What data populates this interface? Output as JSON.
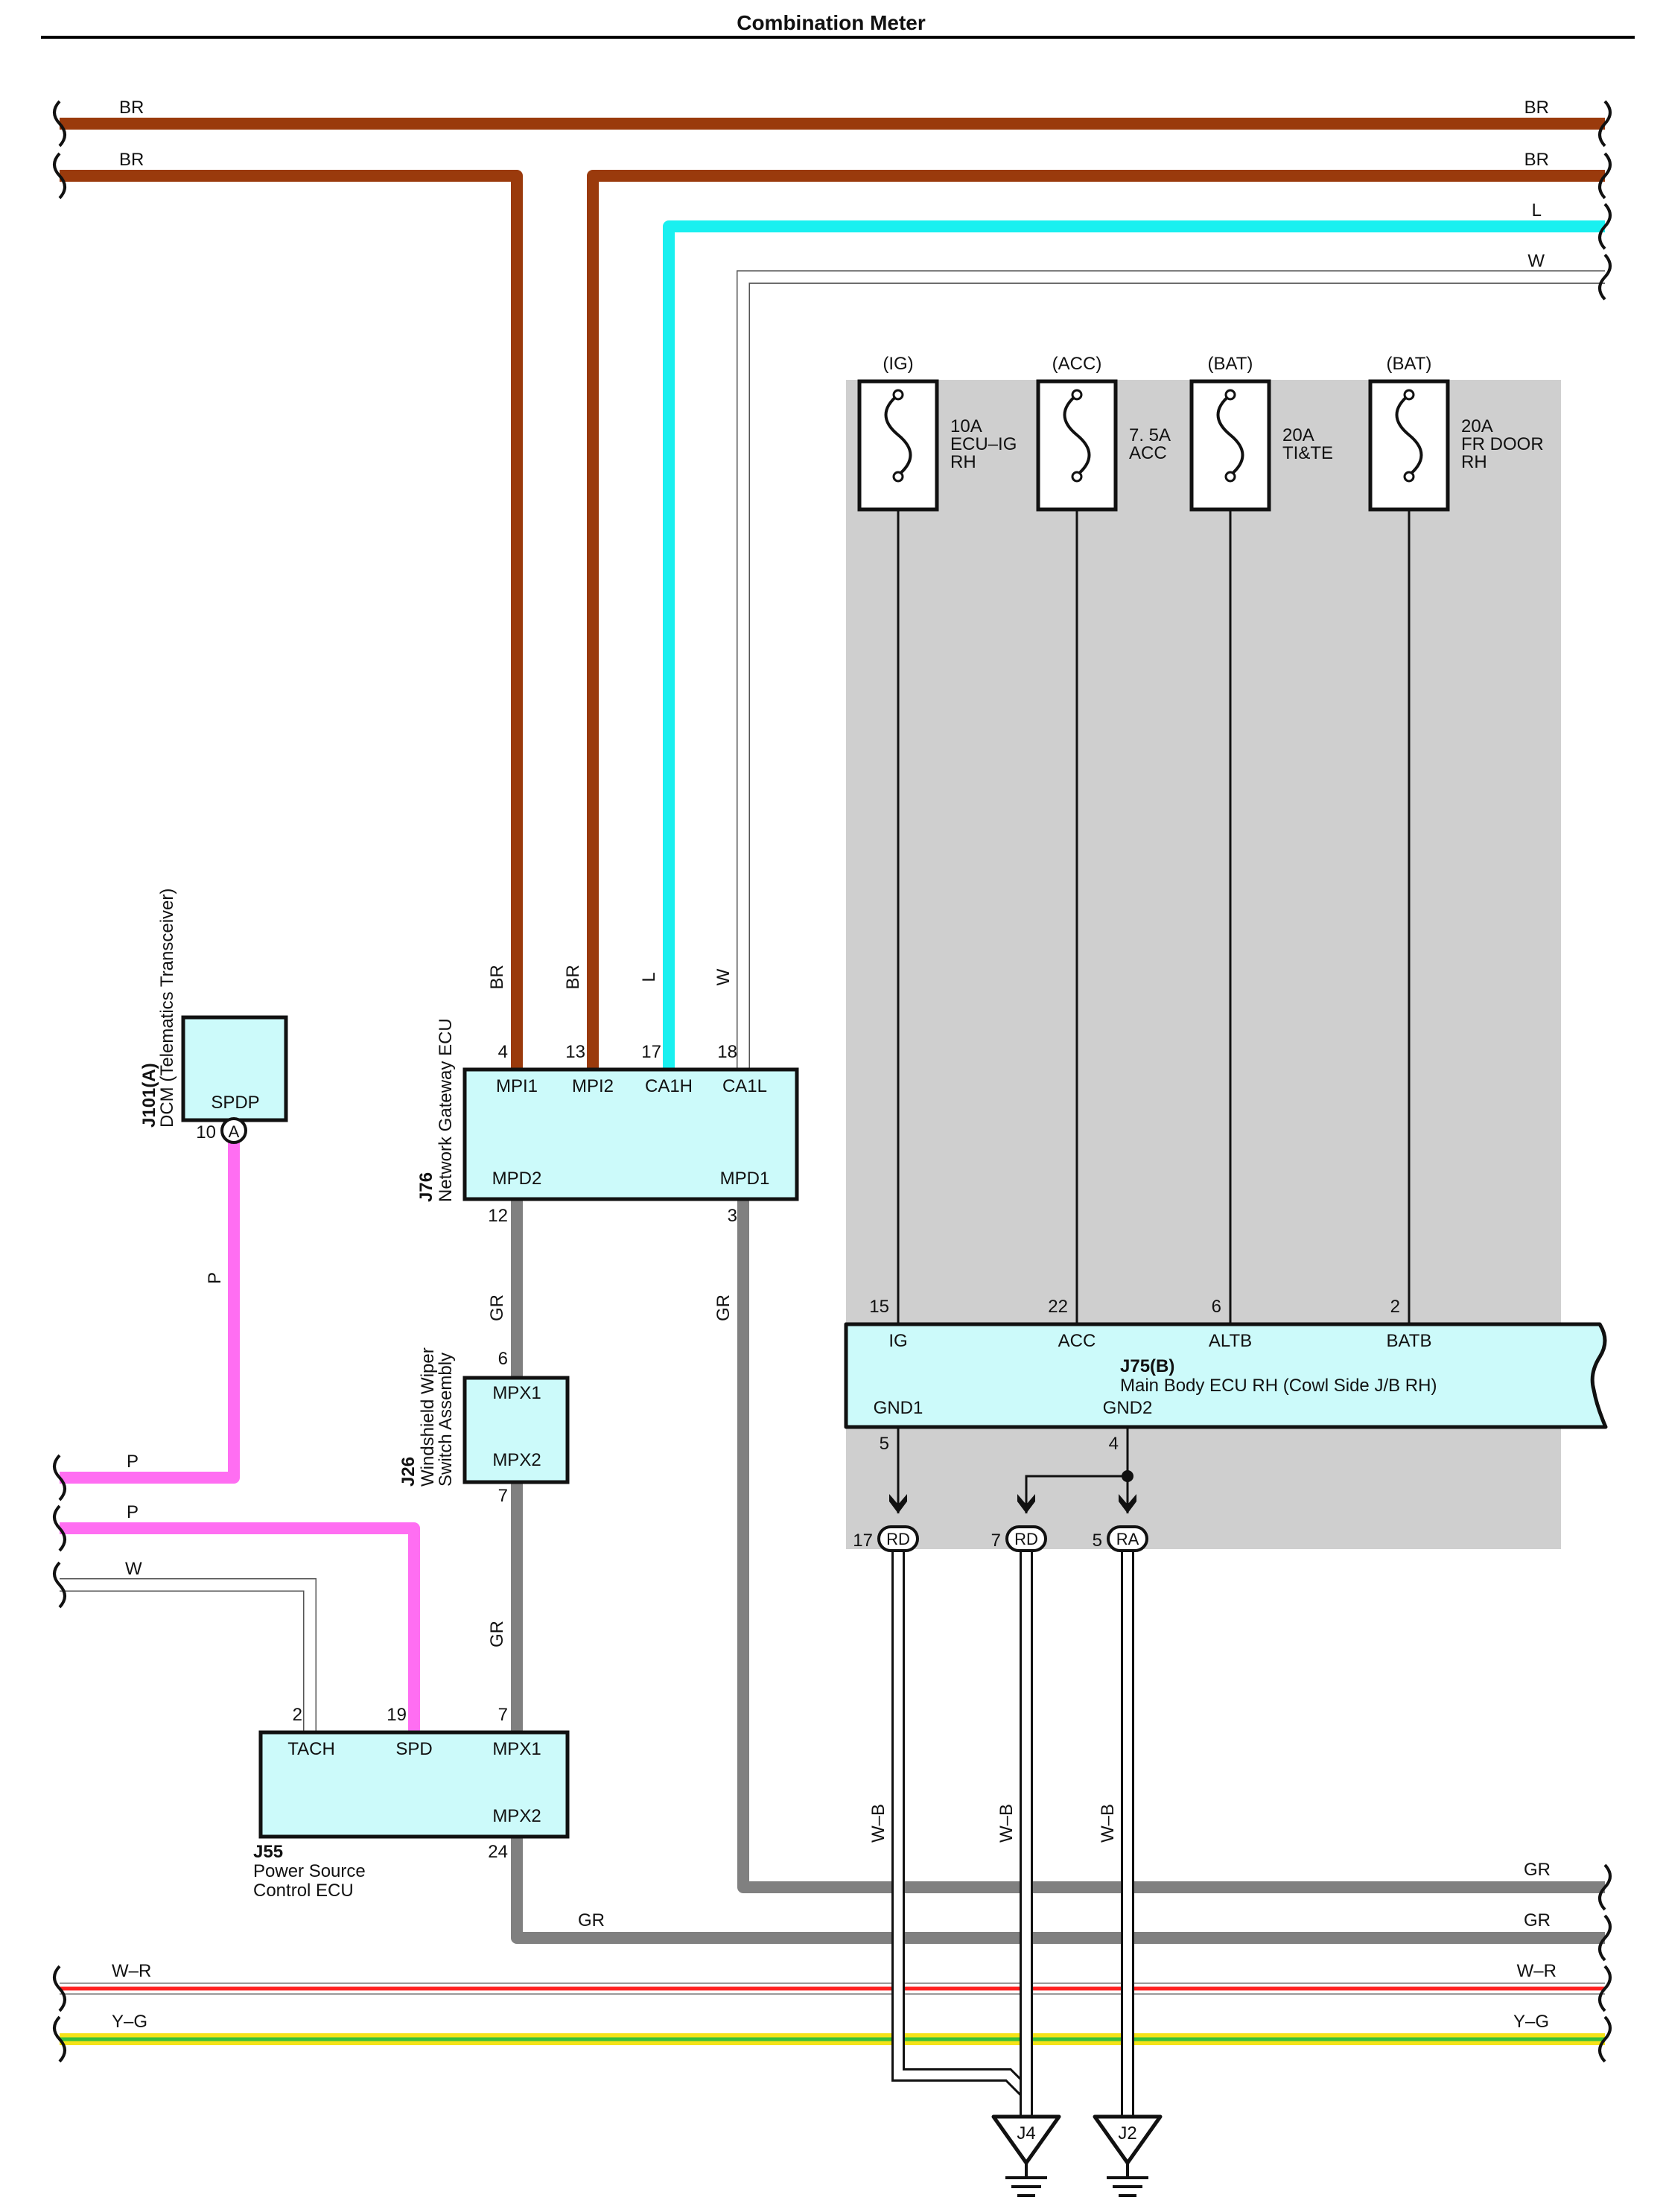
{
  "title": "Combination Meter",
  "colors": {
    "BR": "#9a3a0c",
    "L": "#19f0f0",
    "P": "#ff6ef2",
    "GR": "#808080",
    "W": "#ffffff",
    "W-R_stripe": "#ff2020",
    "Y-G_base": "#f5e218",
    "Y-G_stripe": "#39c03a",
    "box_fill": "#ccfafa",
    "shade": "#cfcfcf"
  },
  "wire_labels": {
    "br_top_left": "BR",
    "br_top_right": "BR",
    "br2_left": "BR",
    "br2_right": "BR",
    "l_right": "L",
    "w_right": "W",
    "p1_left": "P",
    "p2_left": "P",
    "w_left": "W",
    "gr1_right": "GR",
    "gr2_right": "GR",
    "gr_mid": "GR",
    "wr_left": "W–R",
    "wr_right": "W–R",
    "yg_left": "Y–G",
    "yg_right": "Y–G",
    "v_br1": "BR",
    "v_br2": "BR",
    "v_l": "L",
    "v_w": "W",
    "v_p": "P",
    "v_gr_left": "GR",
    "v_gr_right": "GR",
    "v_gr_lower": "GR",
    "v_wb1": "W–B",
    "v_wb2": "W–B",
    "v_wb3": "W–B"
  },
  "fuses": [
    {
      "source": "(IG)",
      "line1": "10A",
      "line2": "ECU–IG",
      "line3": "RH"
    },
    {
      "source": "(ACC)",
      "line1": "7. 5A",
      "line2": "ACC",
      "line3": ""
    },
    {
      "source": "(BAT)",
      "line1": "20A",
      "line2": "TI&TE",
      "line3": ""
    },
    {
      "source": "(BAT)",
      "line1": "20A",
      "line2": "FR DOOR",
      "line3": "RH"
    }
  ],
  "components": {
    "j101": {
      "code": "J101(A)",
      "name": "DCM (Telematics Transceiver)",
      "terminal": "SPDP",
      "pin": "10",
      "conn": "A"
    },
    "j76": {
      "code": "J76",
      "name": "Network Gateway ECU",
      "terminals": [
        "MPI1",
        "MPI2",
        "CA1H",
        "CA1L"
      ],
      "pins": [
        "4",
        "13",
        "17",
        "18"
      ],
      "bottom_terminals": [
        "MPD2",
        "MPD1"
      ],
      "bottom_pins": [
        "12",
        "3"
      ]
    },
    "j26": {
      "code": "J26",
      "name_line1": "Windshield Wiper",
      "name_line2": "Switch Assembly",
      "terminals": [
        "MPX1",
        "MPX2"
      ],
      "pins": [
        "6",
        "7"
      ]
    },
    "j55": {
      "code": "J55",
      "name_line1": "Power Source",
      "name_line2": "Control ECU",
      "terminals": [
        "TACH",
        "SPD",
        "MPX1",
        "MPX2"
      ],
      "pins": [
        "2",
        "19",
        "7",
        "24"
      ]
    },
    "j75": {
      "code": "J75(B)",
      "name": "Main Body ECU RH (Cowl Side J/B RH)",
      "terminals": [
        "IG",
        "ACC",
        "ALTB",
        "BATB"
      ],
      "pins": [
        "15",
        "22",
        "6",
        "2"
      ],
      "ground_terminals": [
        "GND1",
        "GND2"
      ],
      "ground_pins": [
        "5",
        "4"
      ]
    }
  },
  "connectors": [
    {
      "pin": "17",
      "name": "RD"
    },
    {
      "pin": "7",
      "name": "RD"
    },
    {
      "pin": "5",
      "name": "RA"
    }
  ],
  "grounds": [
    "J4",
    "J2"
  ]
}
